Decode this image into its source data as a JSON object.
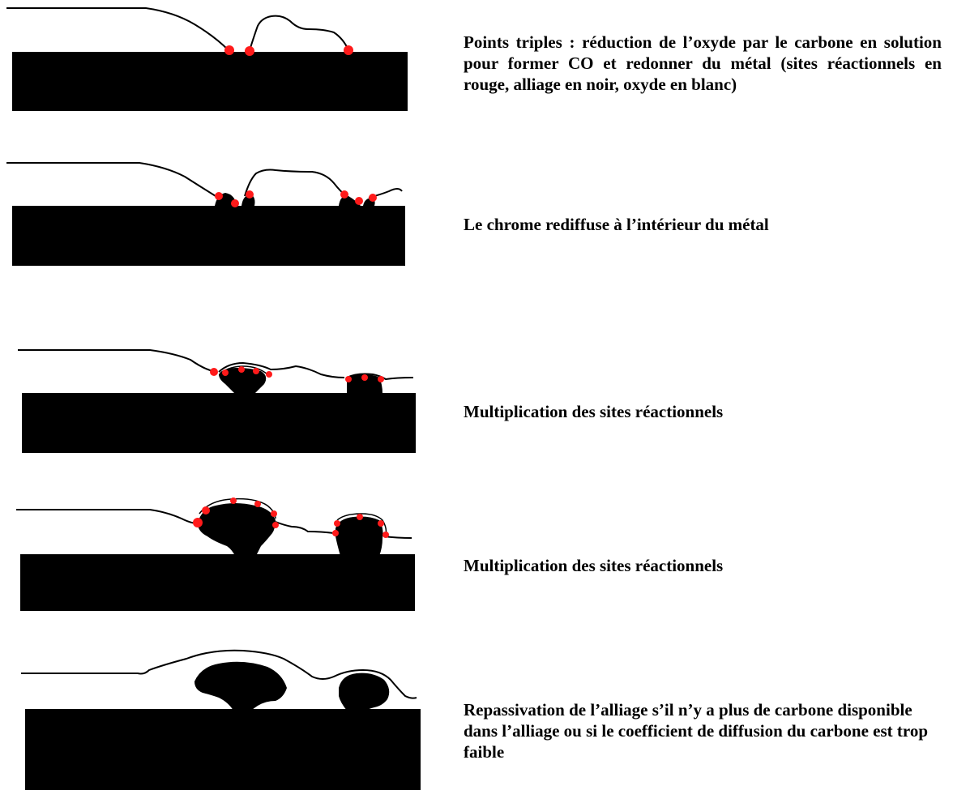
{
  "captions": [
    "Points triples : réduction de l’oxyde par le carbone en solution pour former CO et redonner du métal (sites réactionnels en rouge, alliage en noir, oxyde en blanc)",
    "Le chrome rediffuse à l’intérieur du métal",
    "Multiplication des sites réactionnels",
    "Multiplication des sites réactionnels",
    "Repassivation de l’alliage s’il n’y a plus de carbone disponible dans l’alliage ou si le coefficient de diffusion du carbone est trop faible"
  ],
  "colors": {
    "alloy": "#000000",
    "oxide": "#ffffff",
    "reaction_site": "#ff1a1a",
    "outline": "#000000"
  }
}
